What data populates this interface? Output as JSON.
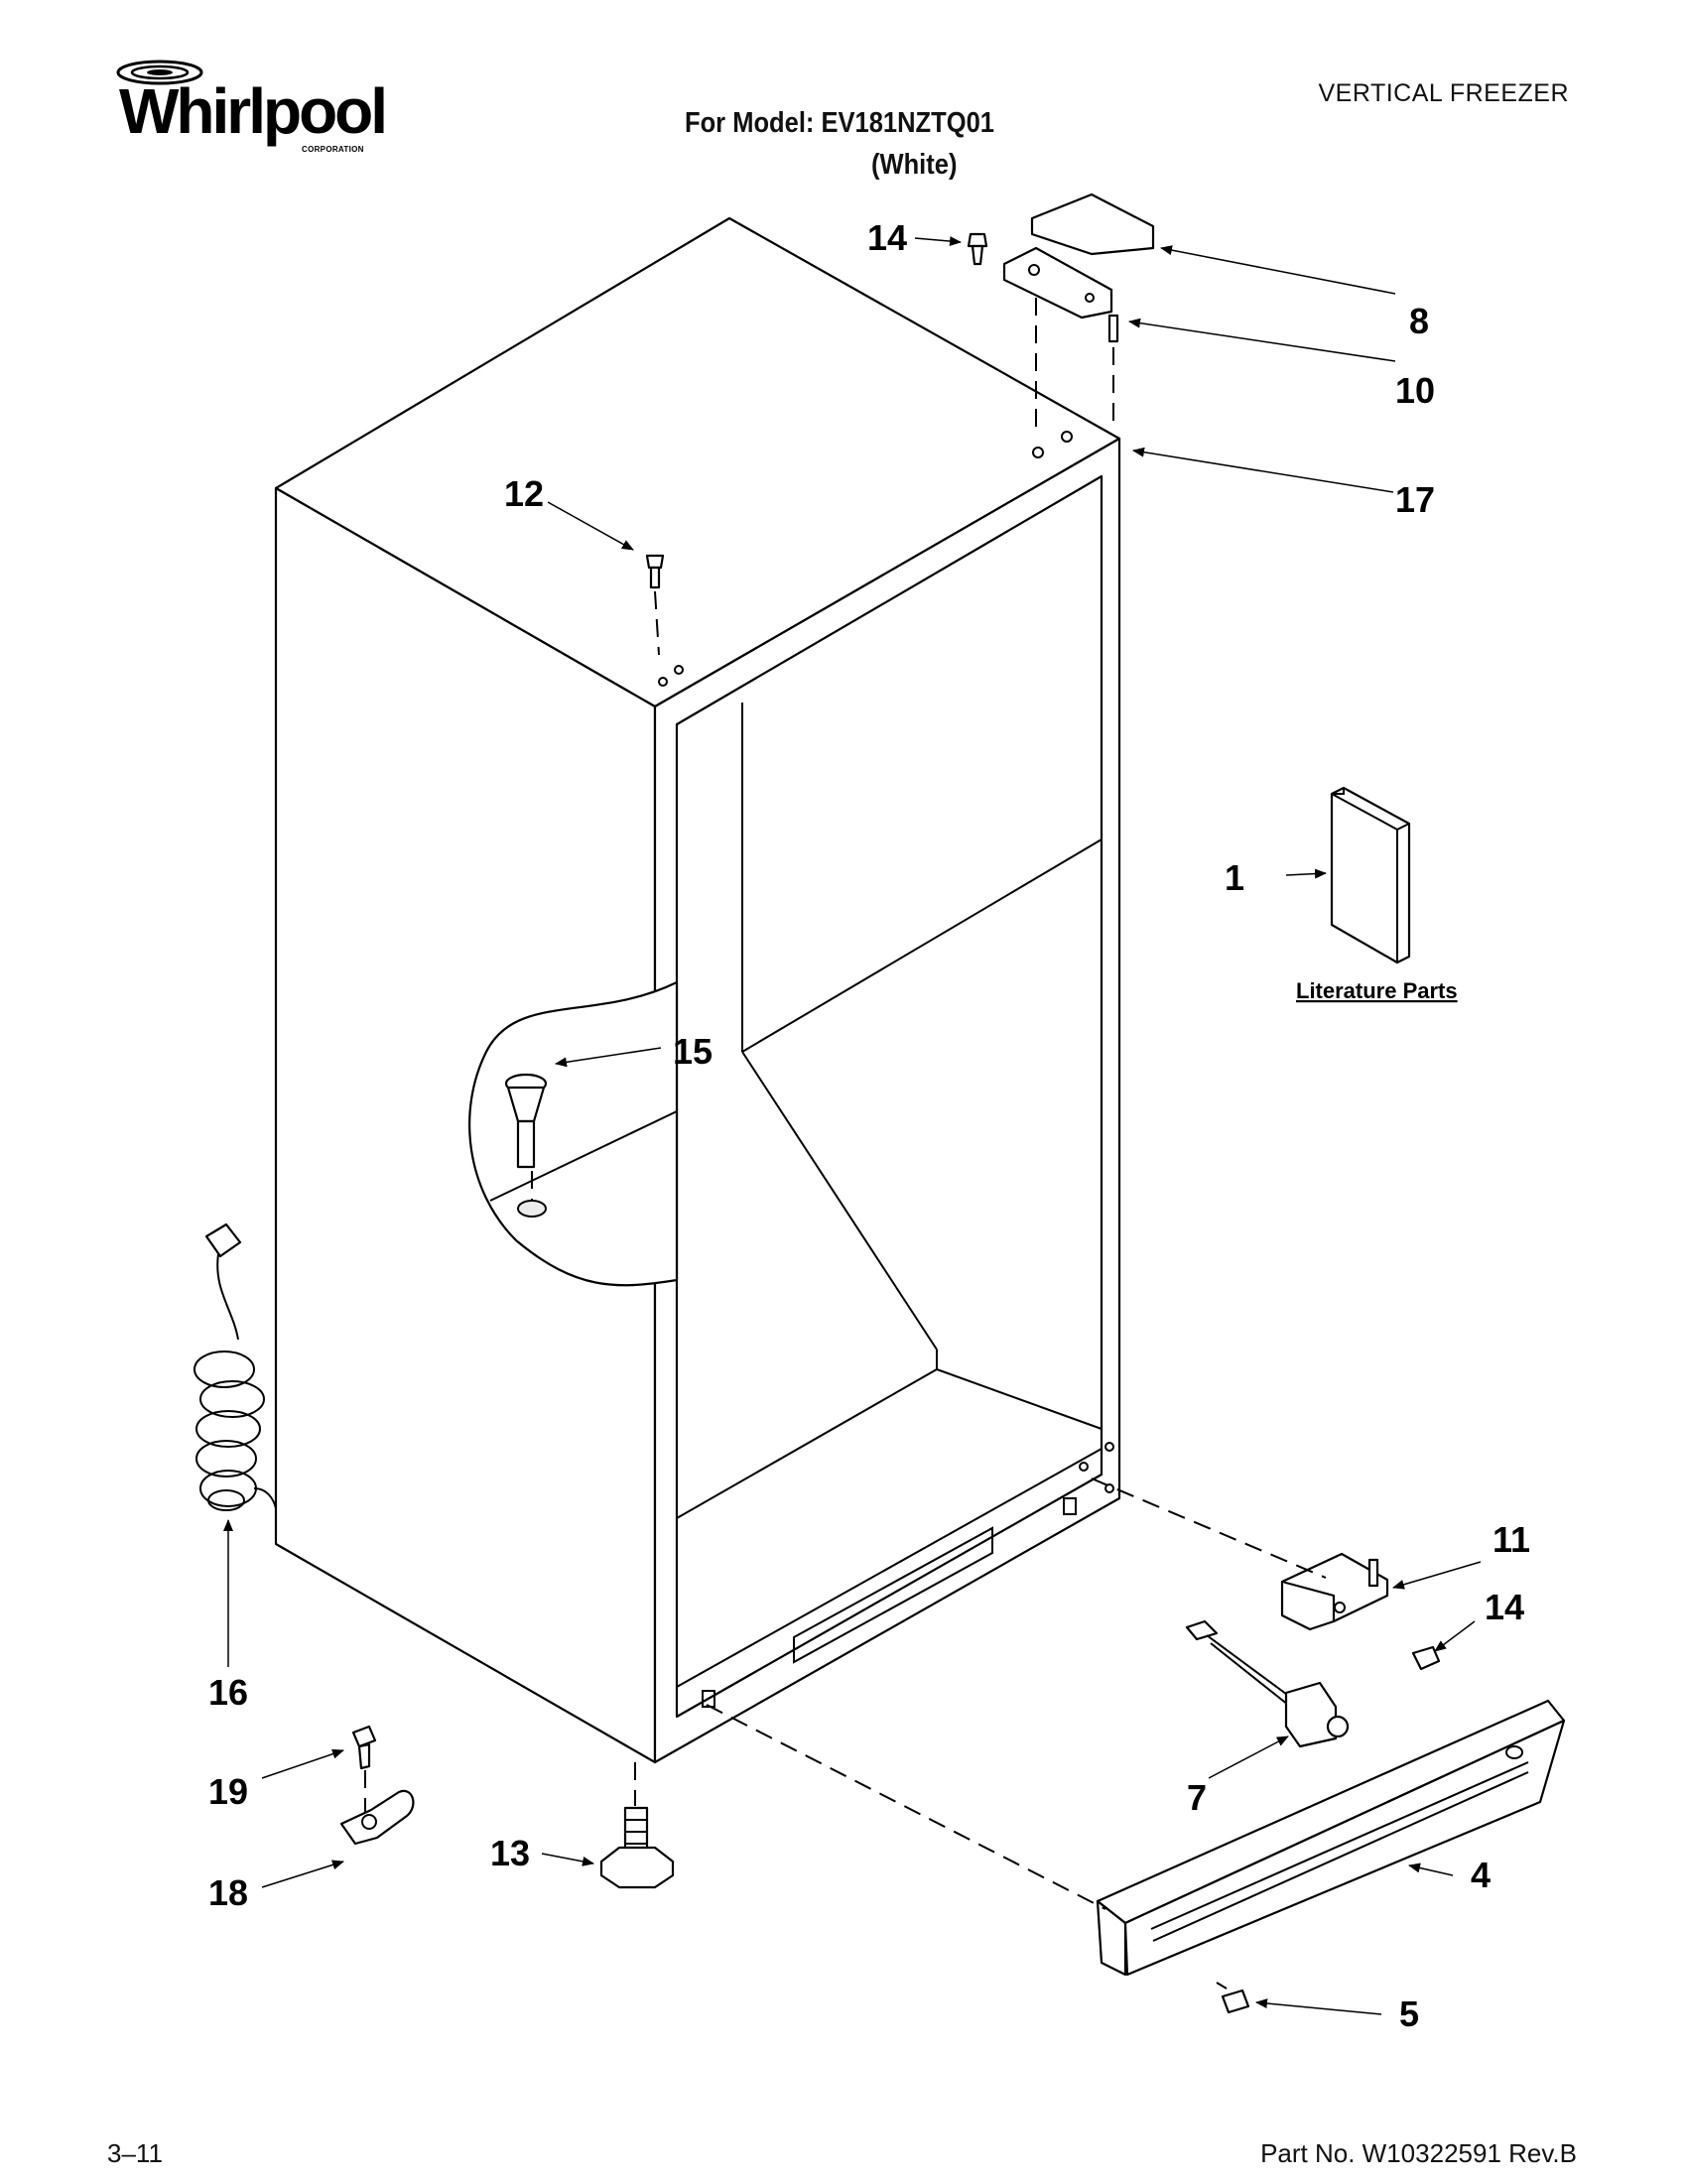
{
  "header": {
    "brand": "Whirlpool",
    "brand_sub": "CORPORATION",
    "doc_type": "VERTICAL FREEZER",
    "model_line": "For Model: EV181NZTQ01",
    "variant": "(White)"
  },
  "footer": {
    "left": "3–11",
    "right": "Part No. W10322591 Rev.B"
  },
  "literature": {
    "label": "Literature Parts"
  },
  "callouts": [
    {
      "id": "c1",
      "number": "1"
    },
    {
      "id": "c4",
      "number": "4"
    },
    {
      "id": "c5",
      "number": "5"
    },
    {
      "id": "c7",
      "number": "7"
    },
    {
      "id": "c8",
      "number": "8"
    },
    {
      "id": "c10",
      "number": "10"
    },
    {
      "id": "c11",
      "number": "11"
    },
    {
      "id": "c12",
      "number": "12"
    },
    {
      "id": "c13",
      "number": "13"
    },
    {
      "id": "c14a",
      "number": "14"
    },
    {
      "id": "c14b",
      "number": "14"
    },
    {
      "id": "c15",
      "number": "15"
    },
    {
      "id": "c16",
      "number": "16"
    },
    {
      "id": "c17",
      "number": "17"
    },
    {
      "id": "c18",
      "number": "18"
    },
    {
      "id": "c19",
      "number": "19"
    }
  ]
}
